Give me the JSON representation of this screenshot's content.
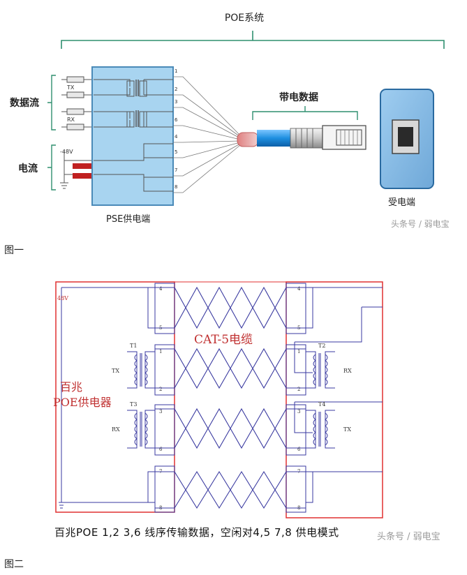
{
  "figure1": {
    "title": "POE系统",
    "data_flow_label": "数据流",
    "current_label": "电流",
    "tx_label": "TX",
    "rx_label": "RX",
    "voltage_label": "-48V",
    "pse_label": "PSE供电端",
    "powered_data_label": "带电数据",
    "pd_label": "受电端",
    "pin_labels": [
      "1",
      "2",
      "3",
      "6",
      "4",
      "5",
      "7",
      "8"
    ],
    "watermark": "头条号 / 弱电宝",
    "caption": "图一"
  },
  "figure2": {
    "voltage_label": "48V",
    "cable_label": "CAT-5电缆",
    "pse_label_line1": "百兆",
    "pse_label_line2": "POE供电器",
    "t1": "T1",
    "t2": "T2",
    "t3": "T3",
    "t4": "T4",
    "tx_left": "TX",
    "rx_left": "RX",
    "rx_right": "RX",
    "tx_right": "TX",
    "pins_left": [
      "4",
      "5",
      "1",
      "2",
      "3",
      "6",
      "7",
      "8"
    ],
    "pins_right": [
      "4",
      "5",
      "1",
      "2",
      "3",
      "6",
      "7",
      "8"
    ],
    "bottom_caption": "百兆POE 1,2  3,6 线序传输数据，空闲对4,5  7,8 供电模式",
    "watermark": "头条号 / 弱电宝",
    "caption": "图二"
  },
  "colors": {
    "box_fill": "#a8d4f0",
    "box_stroke": "#4a8ab8",
    "wire": "#3a3aa0",
    "red_box": "#e03030",
    "cable_blue": "#1e8fe0",
    "bracket": "#2f8f6f"
  }
}
